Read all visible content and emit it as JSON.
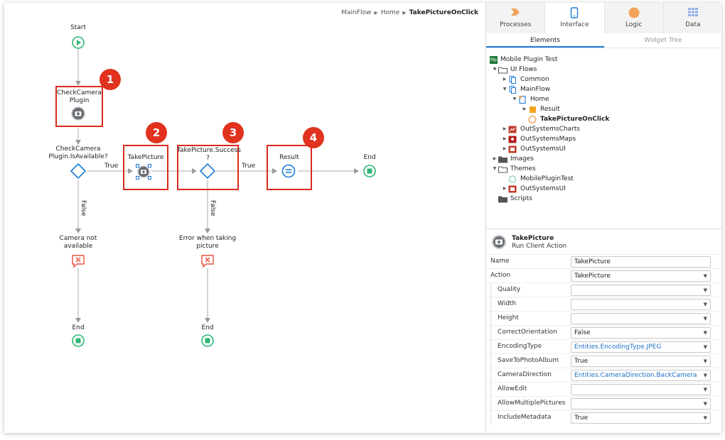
{
  "breadcrumb": {
    "items": [
      "MainFlow",
      "Home"
    ],
    "current": "TakePictureOnClick"
  },
  "flow": {
    "start_label": "Start",
    "check_camera_label": [
      "CheckCamera",
      "Plugin"
    ],
    "if1_label": [
      "CheckCamera",
      "Plugin.IsAvailable?"
    ],
    "take_picture_label": "TakePicture",
    "if2_label": [
      "TakePicture.Success",
      "?"
    ],
    "result_label": "Result",
    "end_top_label": "End",
    "camera_not_available_label": [
      "Camera not",
      "available"
    ],
    "error_label": [
      "Error when taking",
      "picture"
    ],
    "end1_label": "End",
    "end2_label": "End",
    "edge_true_1": "True",
    "edge_true_2": "True",
    "edge_false_1": "False",
    "edge_false_2": "False",
    "badges": [
      "1",
      "2",
      "3",
      "4"
    ]
  },
  "panel": {
    "top_tabs": [
      {
        "label": "Processes",
        "icon": "processes-icon"
      },
      {
        "label": "Interface",
        "icon": "interface-icon"
      },
      {
        "label": "Logic",
        "icon": "logic-icon"
      },
      {
        "label": "Data",
        "icon": "data-icon"
      }
    ],
    "sub_tabs": [
      "Elements",
      "Widget Tree"
    ],
    "tree": [
      {
        "label": "Mobile Plugin Test",
        "icon_text": "Mp"
      },
      {
        "label": "UI Flows"
      },
      {
        "label": "Common"
      },
      {
        "label": "MainFlow"
      },
      {
        "label": "Home"
      },
      {
        "label": "Result"
      },
      {
        "label": "TakePictureOnClick"
      },
      {
        "label": "OutSystemsCharts"
      },
      {
        "label": "OutSystemsMaps"
      },
      {
        "label": "OutSystemsUI"
      },
      {
        "label": "Images"
      },
      {
        "label": "Themes"
      },
      {
        "label": "MobilePluginTest"
      },
      {
        "label": "OutSystemsUI"
      },
      {
        "label": "Scripts"
      }
    ],
    "props_title": "TakePicture",
    "props_subtitle": "Run Client Action",
    "props": [
      {
        "name": "Name",
        "value": "TakePicture"
      },
      {
        "name": "Action",
        "value": "TakePicture"
      },
      {
        "name": "Quality",
        "value": ""
      },
      {
        "name": "Width",
        "value": ""
      },
      {
        "name": "Height",
        "value": ""
      },
      {
        "name": "CorrectOrientation",
        "value": "False"
      },
      {
        "name": "EncodingType",
        "value": "Entities.EncodingType.JPEG"
      },
      {
        "name": "SaveToPhotoAlbum",
        "value": "True"
      },
      {
        "name": "CameraDirection",
        "value": "Entities.CameraDirection.BackCamera"
      },
      {
        "name": "AllowEdit",
        "value": ""
      },
      {
        "name": "AllowMultiplePictures",
        "value": ""
      },
      {
        "name": "IncludeMetadata",
        "value": "True"
      }
    ]
  },
  "colors": {
    "highlight": "#d92b1c",
    "badge": "#e0321e",
    "start_green": "#2bb673",
    "decision_blue": "#1e7bd6",
    "error_red": "#e5533d",
    "tab_active": "#1e7bd6"
  }
}
